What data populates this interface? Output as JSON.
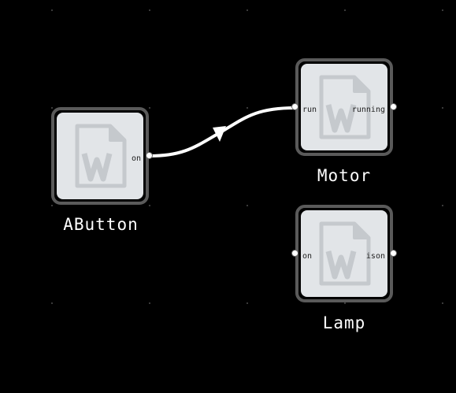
{
  "nodes": [
    {
      "id": "abutton",
      "title": "AButton",
      "inputs": [],
      "outputs": [
        "on"
      ]
    },
    {
      "id": "motor",
      "title": "Motor",
      "inputs": [
        "run"
      ],
      "outputs": [
        "running"
      ]
    },
    {
      "id": "lamp",
      "title": "Lamp",
      "inputs": [
        "on"
      ],
      "outputs": [
        "ison"
      ]
    }
  ],
  "connections": [
    {
      "from": "abutton.on",
      "to": "motor.run"
    }
  ],
  "icons": {
    "node_icon": "word-document-icon"
  },
  "colors": {
    "background": "#000000",
    "node_fill": "#e2e5e8",
    "node_border": "#5a5a5a",
    "wire": "#ffffff",
    "title": "#ffffff"
  }
}
